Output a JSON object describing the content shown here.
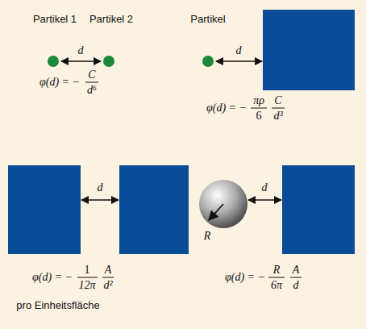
{
  "diagram": {
    "labels": [
      "Partikel 1",
      "Partikel 2",
      "d",
      "φ(d) = −",
      "C",
      "d⁶",
      "Partikel",
      "d",
      "φ(d) = −",
      "πρ",
      "6",
      "C",
      "d³",
      "d",
      "φ(d) = −",
      "1",
      "12π",
      "A",
      "d²",
      "pro Einheitsfläche",
      "R",
      "d",
      "φ(d) = −",
      "R",
      "6π",
      "A",
      "d"
    ]
  }
}
